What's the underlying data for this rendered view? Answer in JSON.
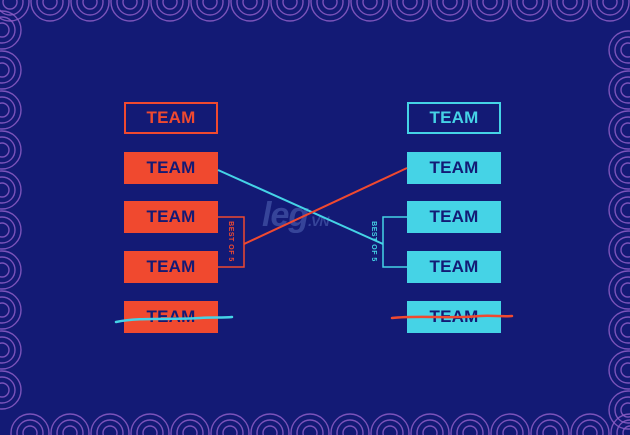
{
  "colors": {
    "background": "#131a75",
    "left_team": "#f0492f",
    "right_team": "#45d3e6",
    "pattern": "#8e5ec7"
  },
  "left_bracket": {
    "header": "TEAM",
    "teams": [
      "TEAM",
      "TEAM",
      "TEAM",
      "TEAM"
    ],
    "series_label": "BEST OF 5"
  },
  "right_bracket": {
    "header": "TEAM",
    "teams": [
      "TEAM",
      "TEAM",
      "TEAM",
      "TEAM"
    ],
    "series_label": "BEST OF 5"
  },
  "watermark": {
    "text": "leg",
    "suffix": ".VN"
  }
}
